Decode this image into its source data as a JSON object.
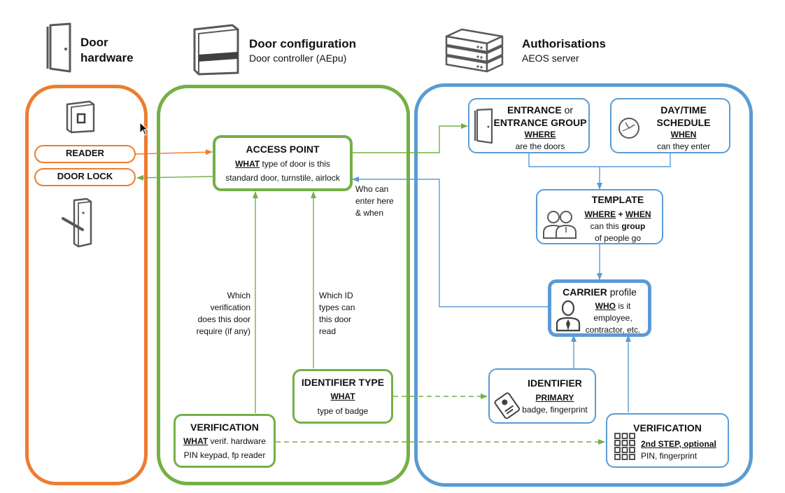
{
  "columns": {
    "hardware": {
      "title_line1": "Door",
      "title_line2": "hardware"
    },
    "configuration": {
      "title": "Door configuration",
      "subtitle": "Door controller (AEpu)"
    },
    "authorisations": {
      "title": "Authorisations",
      "subtitle": "AEOS server"
    }
  },
  "hardware": {
    "reader": "READER",
    "door_lock": "DOOR LOCK"
  },
  "access_point": {
    "title": "ACCESS POINT",
    "what": "WHAT",
    "line1_rest": " type of door is this",
    "line2": "standard door, turnstile, airlock"
  },
  "identifier_type": {
    "title": "IDENTIFIER TYPE",
    "what": "WHAT",
    "desc": "type of badge"
  },
  "verification_cfg": {
    "title": "VERIFICATION",
    "what": "WHAT",
    "line1_rest": " verif. hardware",
    "line2": "PIN keypad, fp reader"
  },
  "entrance": {
    "title_bold": "ENTRANCE",
    "title_or": " or",
    "title_line2": "ENTRANCE GROUP",
    "where": "WHERE",
    "desc": "are the doors"
  },
  "daytime": {
    "title_line1": "DAY/TIME",
    "title_line2": "SCHEDULE",
    "when": "WHEN",
    "desc": "can they enter"
  },
  "template": {
    "title": "TEMPLATE",
    "where": "WHERE",
    "plus": " + ",
    "when": "WHEN",
    "desc_pre": "can this ",
    "desc_bold": "group",
    "desc_line2": "of people go"
  },
  "carrier": {
    "title_bold": "CARRIER",
    "title_rest": " profile",
    "who": "WHO",
    "who_rest": " is it",
    "line2": "employee,",
    "line3": "contractor, etc."
  },
  "identifier": {
    "title": "IDENTIFIER",
    "primary": "PRIMARY",
    "desc": "badge, fingerprint"
  },
  "verification_auth": {
    "title": "VERIFICATION",
    "step": "2nd STEP, optional",
    "desc": "PIN, fingerprint"
  },
  "annotations": {
    "who_can_enter": [
      "Who can",
      "enter here",
      "& when"
    ],
    "which_verification": [
      "Which",
      "verification",
      "does this door",
      "require (if any)"
    ],
    "which_id": [
      "Which ID",
      "types can",
      "this door",
      "read"
    ]
  },
  "colors": {
    "orange": "#ed7d31",
    "green": "#74b046",
    "blue": "#5b9bd5",
    "icon_gray": "#595959"
  },
  "icons": [
    "door-icon",
    "controller-icon",
    "server-icon",
    "reader-device-icon",
    "door-handle-icon",
    "clock-icon",
    "group-people-icon",
    "person-icon",
    "badge-icon",
    "keypad-icon",
    "mouse-cursor-icon"
  ]
}
